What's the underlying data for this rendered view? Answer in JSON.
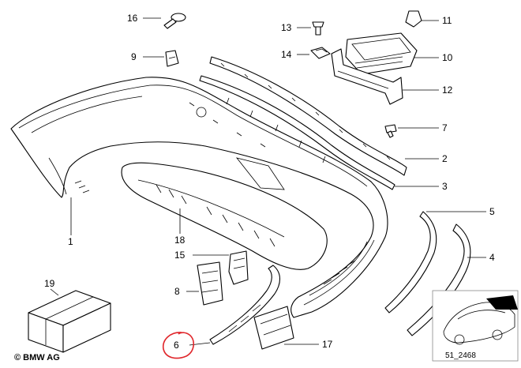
{
  "diagram": {
    "callouts": [
      {
        "id": "16",
        "label": "16"
      },
      {
        "id": "13",
        "label": "13"
      },
      {
        "id": "11",
        "label": "11"
      },
      {
        "id": "9",
        "label": "9"
      },
      {
        "id": "14",
        "label": "14"
      },
      {
        "id": "10",
        "label": "10"
      },
      {
        "id": "12",
        "label": "12"
      },
      {
        "id": "7",
        "label": "7"
      },
      {
        "id": "2",
        "label": "2"
      },
      {
        "id": "3",
        "label": "3"
      },
      {
        "id": "5",
        "label": "5"
      },
      {
        "id": "4",
        "label": "4"
      },
      {
        "id": "1",
        "label": "1"
      },
      {
        "id": "18",
        "label": "18"
      },
      {
        "id": "15",
        "label": "15"
      },
      {
        "id": "8",
        "label": "8"
      },
      {
        "id": "19",
        "label": "19"
      },
      {
        "id": "6",
        "label": "6"
      },
      {
        "id": "17",
        "label": "17"
      }
    ],
    "highlighted_callout": "6",
    "highlight_color": "#e0262b",
    "copyright": "© BMW AG",
    "reference_number": "51_2468"
  }
}
